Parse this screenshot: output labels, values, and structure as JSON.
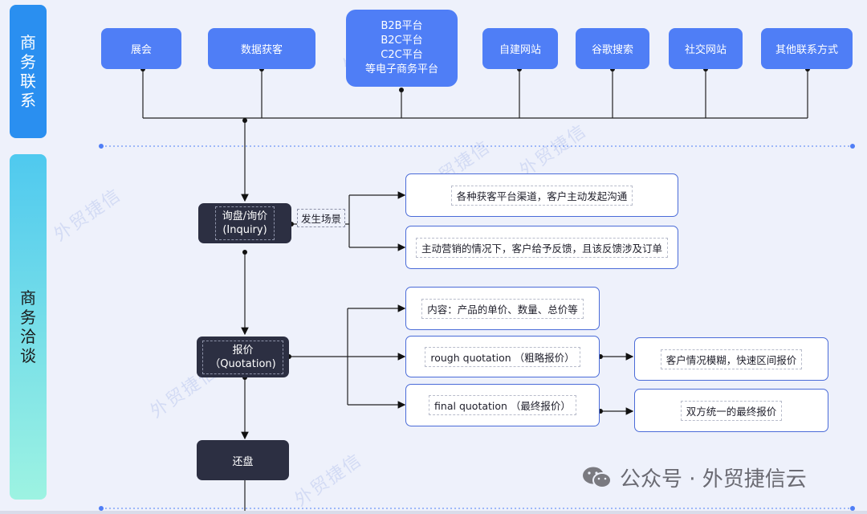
{
  "sections": {
    "contact": "商务联系",
    "negotiation": "商务洽谈"
  },
  "channels": [
    "展会",
    "数据获客",
    "B2B平台\nB2C平台\nC2C平台\n等电子商务平台",
    "自建网站",
    "谷歌搜索",
    "社交网站",
    "其他联系方式"
  ],
  "inquiry": {
    "title": "询盘/询价\n(Inquiry)",
    "note": "发生场景",
    "scenarios": [
      "各种获客平台渠道，客户主动发起沟通",
      "主动营销的情况下，客户给予反馈，且该反馈涉及订单"
    ]
  },
  "quotation": {
    "title": "报价\n（Quotation)",
    "branches": [
      "内容：产品的单价、数量、总价等",
      "rough quotation （粗略报价）",
      "final quotation （最终报价）"
    ],
    "details": [
      "客户情况模糊，快速区间报价",
      "双方统一的最终报价"
    ]
  },
  "counter": {
    "title": "还盘"
  },
  "watermark": "外贸捷信",
  "footer": {
    "text": "公众号 · 外贸捷信云"
  },
  "colors": {
    "accent_blue": "#4f7ef6",
    "dark_node": "#2c2f42",
    "background": "#eef1fb"
  }
}
